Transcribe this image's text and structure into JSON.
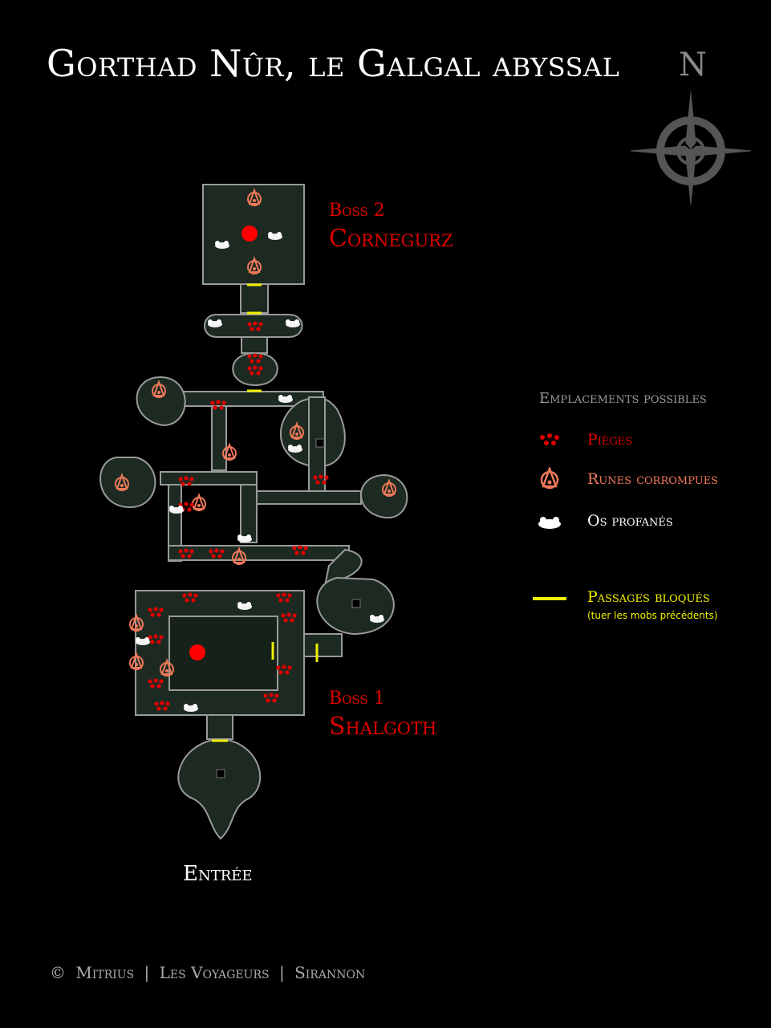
{
  "title": "Gorthad Nûr, le Galgal abyssal",
  "compass": {
    "north_label": "N"
  },
  "bosses": [
    {
      "number": "Boss 2",
      "name": "Cornegurz"
    },
    {
      "number": "Boss 1",
      "name": "Shalgoth"
    }
  ],
  "legend": {
    "title": "Emplacements possibles",
    "items": [
      {
        "icon": "traps-icon",
        "label": "Pièges",
        "color": "#e00000"
      },
      {
        "icon": "corrupted-rune-icon",
        "label": "Runes corrompues",
        "color": "#f0795a"
      },
      {
        "icon": "desecrated-bones-icon",
        "label": "Os profanés",
        "color": "#ffffff"
      },
      {
        "icon": "blocked-passage-icon",
        "label": "Passages bloqués",
        "sub": "(tuer les mobs précédents)",
        "color": "#f0f000"
      }
    ]
  },
  "entrance_label": "Entrée",
  "footer": {
    "copyright": "©",
    "credits": [
      "Mitrius",
      "Les Voyageurs",
      "Sirannon"
    ],
    "separator": "|"
  },
  "colors": {
    "background": "#000000",
    "boss": "#e00000",
    "trap": "#e00000",
    "rune": "#f0795a",
    "blocked": "#f0f000",
    "floor": "#1c2a22",
    "wall": "#9a9a9a"
  }
}
